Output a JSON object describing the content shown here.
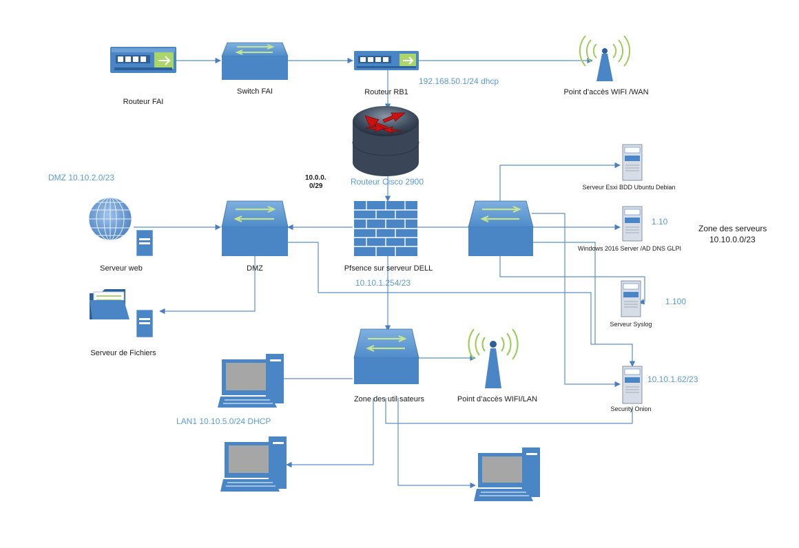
{
  "devices": {
    "routeur_fai": "Routeur FAI",
    "switch_fai": "Switch FAI",
    "routeur_rb1": "Routeur RB1",
    "wifi_wan": "Point d’accès WIFI /WAN",
    "routeur_cisco": "Routeur Cisco 2900",
    "dmz_switch": "DMZ",
    "pfsense": "Pfsence sur serveur DELL",
    "serveur_web": "Serveur web",
    "serveur_fichiers": "Serveur de Fichiers",
    "serveur_esxi": "Serveur Esxi BDD Ubuntu Debian",
    "windows_server": "Windows 2016 Server /AD DNS GLPI",
    "serveur_syslog": "Serveur Syslog",
    "security_onion": "Security Onion",
    "zone_utilisateurs": "Zone des util sateurs",
    "wifi_lan": "Point d’accès WIFI/LAN"
  },
  "addresses": {
    "rb1_ip": "192.168.50.1/24 dhcp",
    "dmz_net": "DMZ 10.10.2.0/23",
    "transit_net_line1": "10.0.0.",
    "transit_net_line2": "0/29",
    "pfsense_ip": "10.10.1.254/23",
    "windows_ip": "1.10",
    "syslog_ip": "1.100",
    "onion_ip": "10.10.1.62/23",
    "lan_net": "LAN1 10.10.5.0/24 DHCP",
    "server_zone_line1": "Zone des serveurs",
    "server_zone_line2": "10.10.0.0/23"
  },
  "colors": {
    "device_blue": "#4a86c5",
    "link_blue": "#5b8fc7",
    "label_blue": "#5b9bd5",
    "router_red": "#cc1111"
  },
  "icons": [
    "router-icon",
    "switch-icon",
    "wifi-antenna-icon",
    "cisco-router-icon",
    "firewall-icon",
    "globe-icon",
    "folder-icon",
    "server-tower-icon",
    "workstation-icon"
  ]
}
